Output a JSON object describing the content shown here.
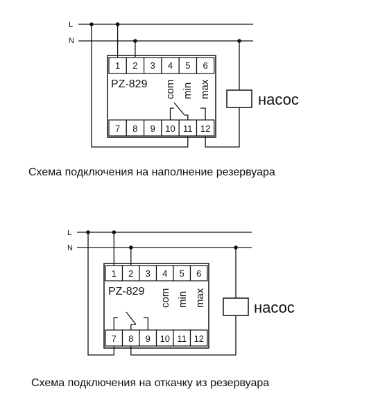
{
  "diagrams": [
    {
      "line_L": "L",
      "line_N": "N",
      "model": "PZ-829",
      "top_terminals": [
        "1",
        "2",
        "3",
        "4",
        "5",
        "6"
      ],
      "bottom_terminals": [
        "7",
        "8",
        "9",
        "10",
        "11",
        "12"
      ],
      "probe_labels": [
        "com",
        "min",
        "max"
      ],
      "load_label": "насос",
      "caption": "Схема подключения на наполнение резервуара"
    },
    {
      "line_L": "L",
      "line_N": "N",
      "model": "PZ-829",
      "top_terminals": [
        "1",
        "2",
        "3",
        "4",
        "5",
        "6"
      ],
      "bottom_terminals": [
        "7",
        "8",
        "9",
        "10",
        "11",
        "12"
      ],
      "probe_labels": [
        "com",
        "min",
        "max"
      ],
      "load_label": "насос",
      "caption": "Схема подключения на откачку из  резервуара"
    }
  ]
}
